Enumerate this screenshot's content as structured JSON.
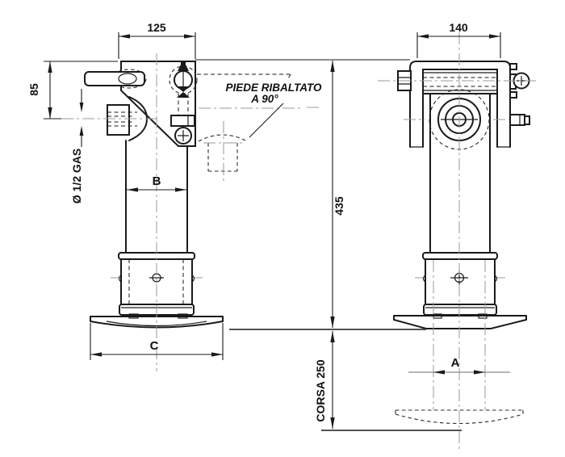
{
  "drawing": {
    "labels": {
      "dim_top_left": "125",
      "dim_top_right": "140",
      "dim_side_height": "85",
      "dim_total_height": "435",
      "dim_stroke": "CORSA 250",
      "dim_a": "A",
      "dim_b": "B",
      "dim_c": "C",
      "port": "Ø 1/2 GAS",
      "note_line1": "PIEDE RIBALTATO",
      "note_line2": "A 90°"
    },
    "colors": {
      "line": "#1a1a1a",
      "centerline": "#9a9a9a",
      "ground": "#3a3a3a",
      "dimension": "#1a1a1a",
      "dim_a_line": "#8a8a8a",
      "background": "#ffffff"
    }
  }
}
